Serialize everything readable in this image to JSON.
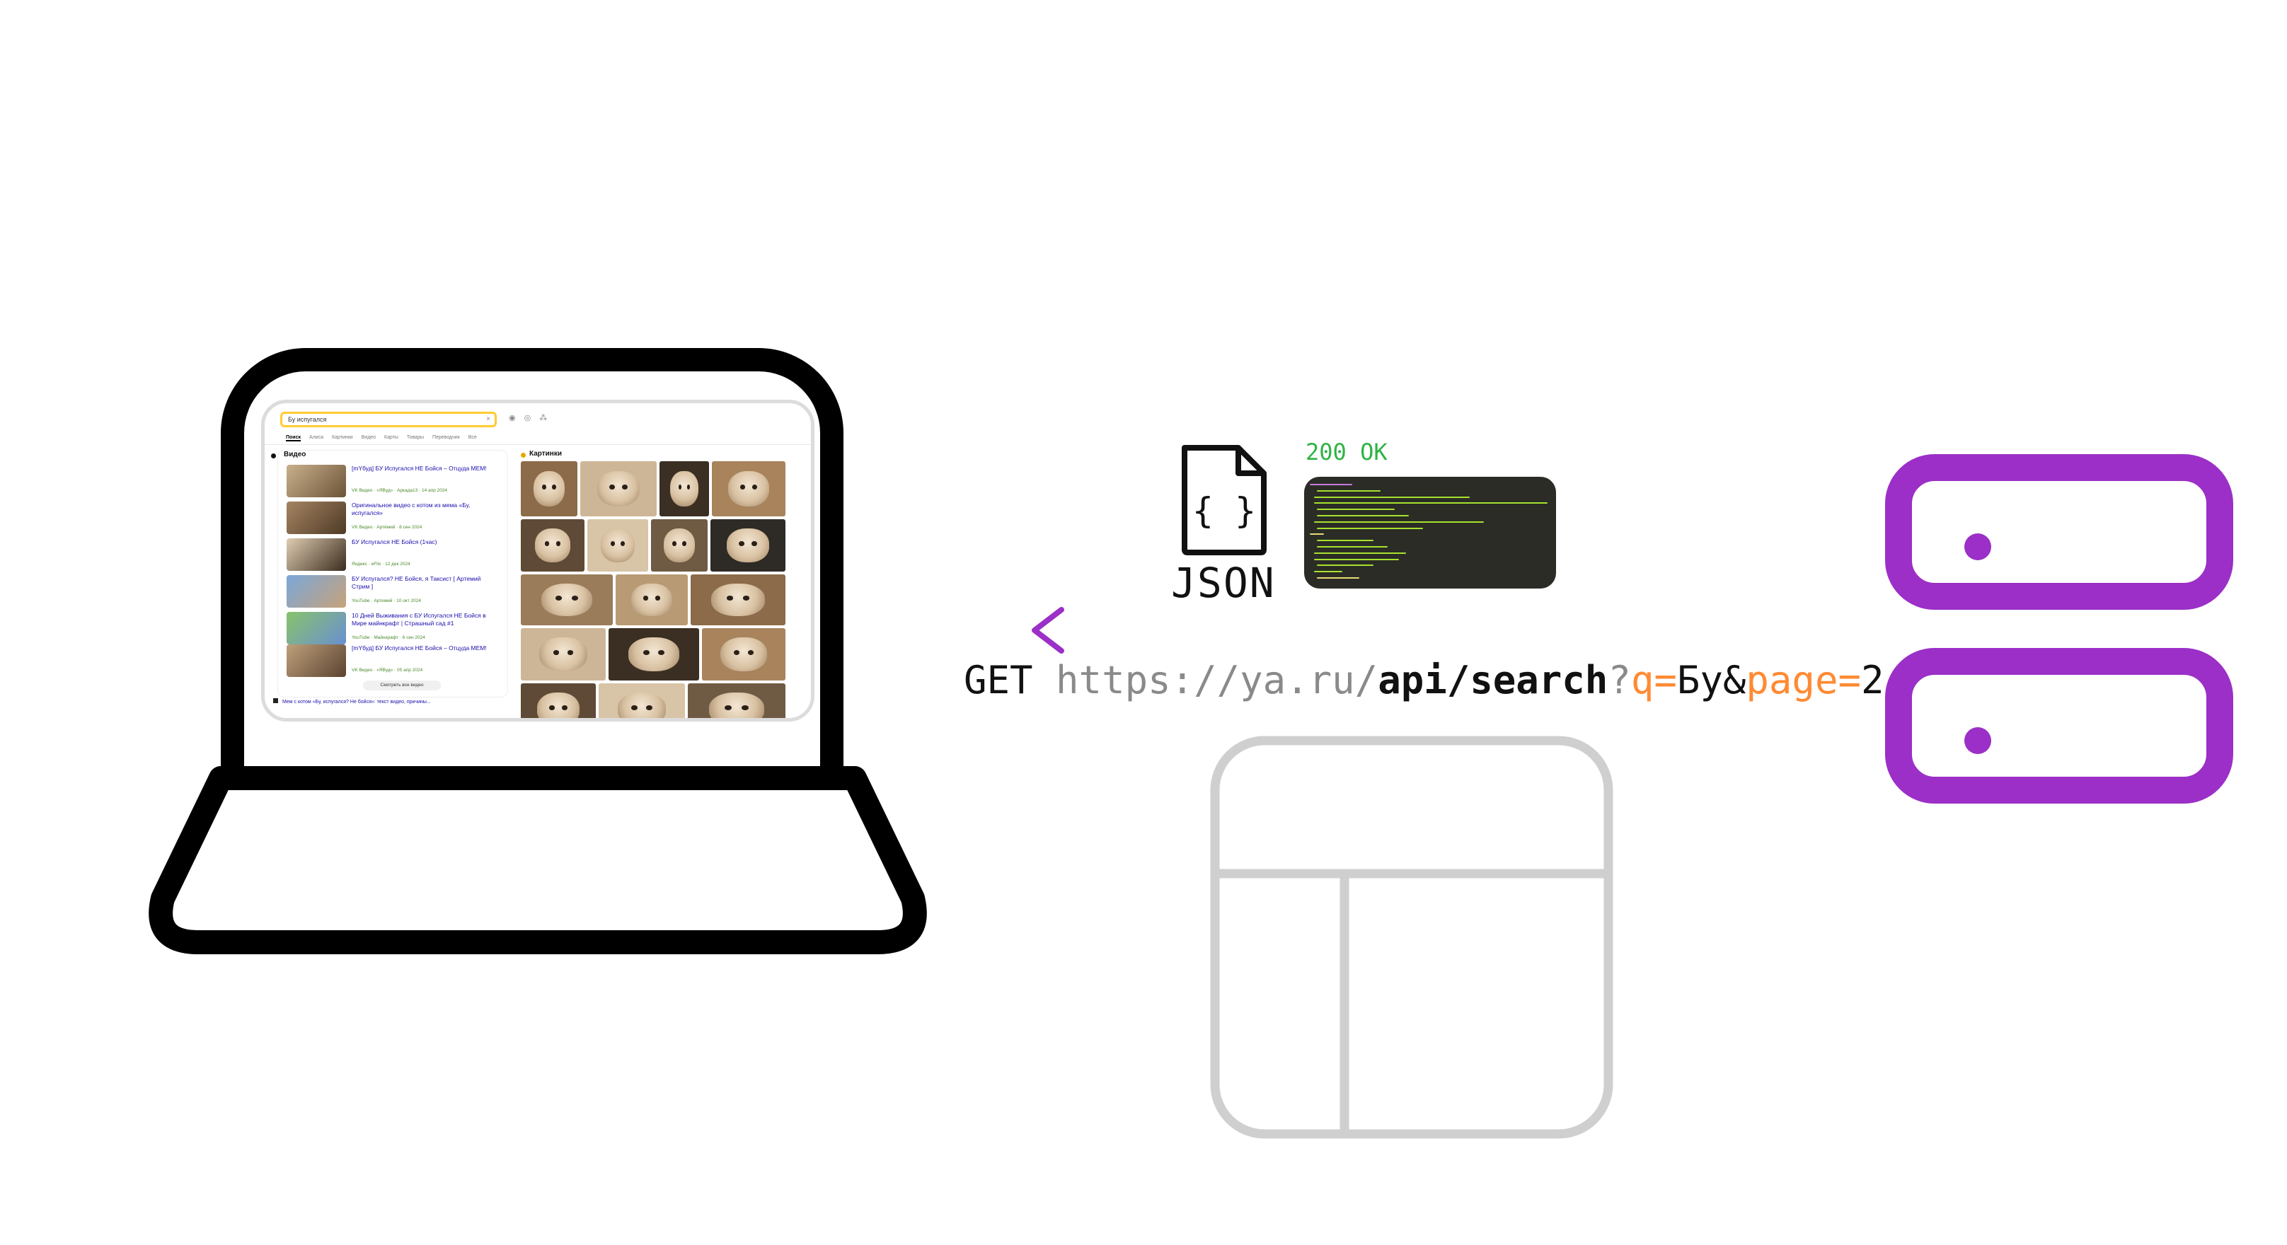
{
  "browser": {
    "search_query": "Бу испугался",
    "clear_icon": "close-icon",
    "tools": [
      "mic-icon",
      "camera-icon",
      "apps-icon"
    ],
    "tabs": [
      "Поиск",
      "Алиса",
      "Картинки",
      "Видео",
      "Карты",
      "Товары",
      "Переводчик",
      "Все"
    ],
    "video_section_title": "Видео",
    "videos": [
      {
        "title": "[mYбуд] БУ Испугался НЕ Бойся – Отцуда МЕМ!",
        "meta": "VK Видео · «ЯВуд» · Аркада13 · 14 апр 2024"
      },
      {
        "title": "Оригинальное видео с котом из мема «Бу, испугался»",
        "meta": "VK Видео · Артёмий · 8 сен 2024"
      },
      {
        "title": "БУ Испугался НЕ Бойся (1час)",
        "meta": "Яндекс · eFlix · 12 дек 2024"
      },
      {
        "title": "БУ Испугался? НЕ Бойся, я Таксист [ Артемий Стрим ]",
        "meta": "YouTube · Артемий · 10 окт 2024"
      },
      {
        "title": "10 Дней Выживания с БУ Испугался НЕ Бойся в Мире майнкрафт | Страшный сад #1",
        "meta": "YouTube · Майнкрафт · 6 сен 2024"
      },
      {
        "title": "[mYбуд] БУ Испугался НЕ Бойся – Отцуда МЕМ!",
        "meta": "VK Видео · «ЯВуд» · 05 апр 2024"
      }
    ],
    "more_videos": "Смотреть все видео",
    "images_section_title": "Картинки",
    "bottom_result": "Мем с котом «Бу, испугался? Не бойся»: текст видео, причины..."
  },
  "diagram": {
    "json_label": "JSON",
    "json_glyph": "{ }",
    "status": "200 OK",
    "request": {
      "method": "GET ",
      "base": "https://ya.ru/",
      "path": "api/search",
      "qmark": "?",
      "param1_key": "q=",
      "param1_val": "Бу&",
      "param2_key": "page=",
      "param2_val": "2"
    }
  },
  "colors": {
    "accent_purple": "#9b2fc7",
    "status_green": "#2fb344",
    "param_orange": "#ff8a33",
    "wireframe_gray": "#cfcfcf",
    "code_bg": "#2b2c26"
  }
}
